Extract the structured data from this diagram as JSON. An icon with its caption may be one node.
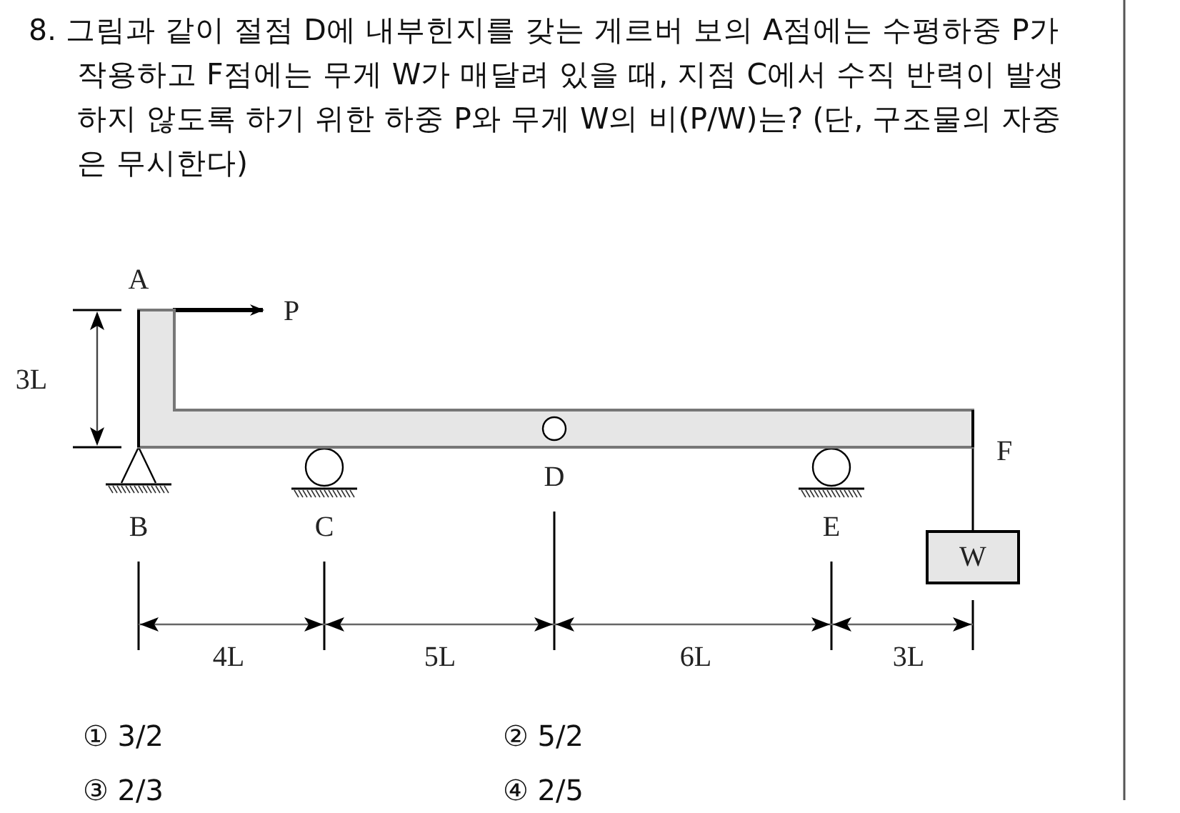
{
  "diagram": {
    "title": "8. 그림과 같이 절점 D에 내부힌지를 갖는 게르버 보의 A점에는 수평하중 P가 작용하고 F점에는 무게 W가 매달려 있을 때, 지점 C에서 수직 반력이 발생하지 않도록 하기 위한 하중 P와 무게 W의 비(P/W)는? (단, 구조물의 자중은 무시한다)",
    "nodes": [
      {
        "text": [],
        "shape": "bar"
      },
      {
        "text": [
          "W"
        ]
      }
    ],
    "edges": [
      {
        "from": 0,
        "to": 1,
        "arrow": "none"
      }
    ],
    "labels": [
      "A",
      "P",
      "3L",
      "F",
      "D",
      "B",
      "C",
      "E",
      "4L",
      "5L",
      "6L",
      "3L",
      "① 3/2",
      "② 5/2",
      "③ 2/3",
      "④ 2/5"
    ]
  }
}
